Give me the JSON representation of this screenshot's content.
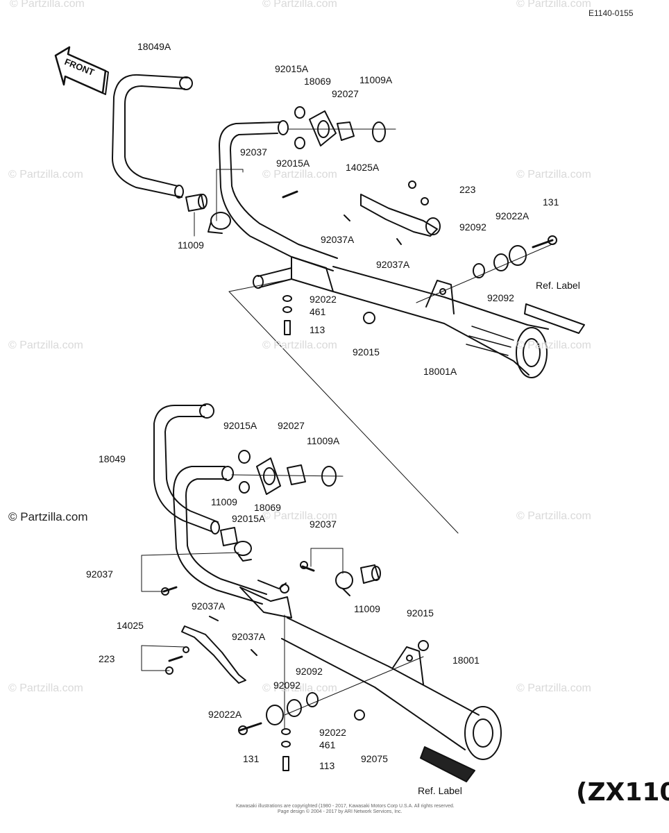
{
  "diagram_code": "E1140-0155",
  "model_text": "(ZX110",
  "front_arrow_text": "FRONT",
  "watermark": "© Partzilla.com",
  "copyright_lines": [
    "Kawasaki illustrations are copyrighted (1980 - 2017, Kawasaki Motors Corp U.S.A.  All rights reserved.",
    "Page design © 2004 - 2017 by ARI Network Services, Inc."
  ],
  "upper_assembly": {
    "labels": [
      "18049A",
      "92015A",
      "18069",
      "92027",
      "11009A",
      "92037",
      "92015A",
      "14025A",
      "223",
      "131",
      "92022A",
      "92092",
      "92092",
      "11009",
      "92037A",
      "92037A",
      "Ref. Label",
      "92022",
      "461",
      "113",
      "92015",
      "18001A"
    ]
  },
  "lower_assembly": {
    "labels": [
      "18049",
      "92015A",
      "92027",
      "11009A",
      "11009",
      "18069",
      "92015A",
      "92037",
      "92037",
      "11009",
      "92037A",
      "14025",
      "92037A",
      "223",
      "92015",
      "18001",
      "92092",
      "92092",
      "92022A",
      "92022",
      "131",
      "461",
      "92075",
      "113",
      "Ref. Label"
    ]
  },
  "colors": {
    "line": "#111111",
    "watermark": "#d9d9d9",
    "background": "#ffffff"
  }
}
